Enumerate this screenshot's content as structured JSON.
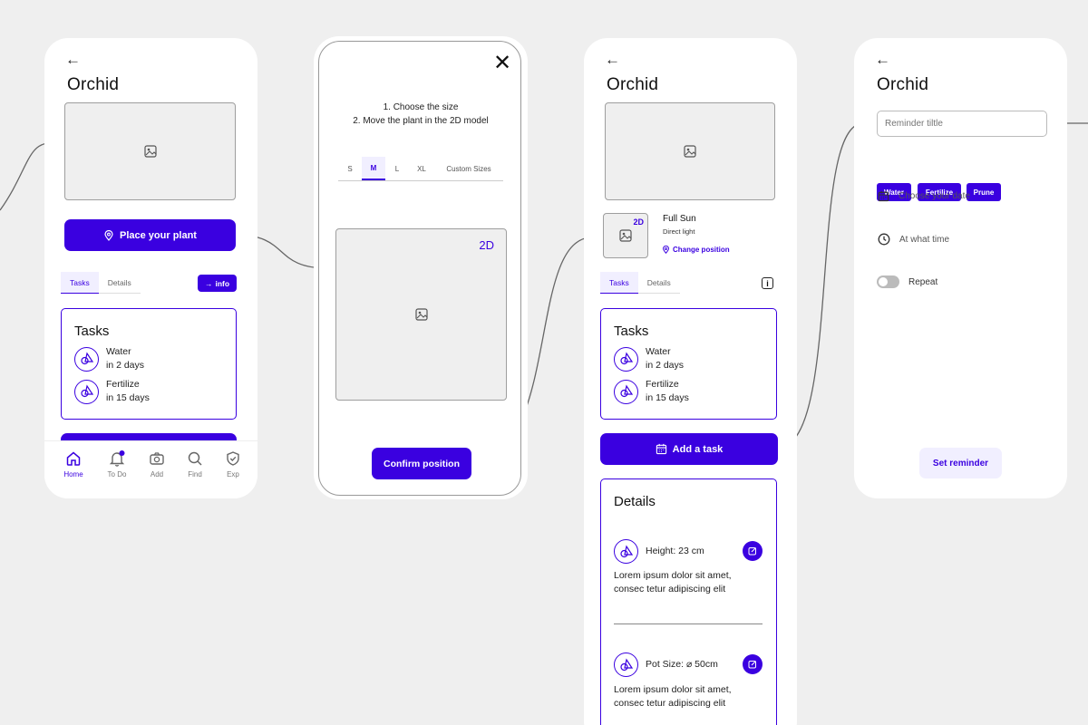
{
  "screen1": {
    "title": "Orchid",
    "place_button": "Place your plant",
    "tabs": [
      "Tasks",
      "Details"
    ],
    "info_button": "info",
    "tasks_title": "Tasks",
    "tasks": [
      {
        "name": "Water",
        "when": "in 2 days"
      },
      {
        "name": "Fertilize",
        "when": "in 15 days"
      }
    ],
    "nav": [
      {
        "label": "Home",
        "icon": "home-icon"
      },
      {
        "label": "To Do",
        "icon": "bell-icon"
      },
      {
        "label": "Add",
        "icon": "camera-icon"
      },
      {
        "label": "Find",
        "icon": "search-icon"
      },
      {
        "label": "Exp",
        "icon": "shield-icon"
      }
    ]
  },
  "screen2": {
    "instruction_1": "1. Choose the size",
    "instruction_2": "2. Move the plant in the 2D model",
    "sizes": [
      "S",
      "M",
      "L",
      "XL",
      "Custom Sizes"
    ],
    "model_label": "2D",
    "confirm_button": "Confirm position"
  },
  "screen3": {
    "title": "Orchid",
    "thumb_label": "2D",
    "light_title": "Full Sun",
    "light_sub": "Direct light",
    "change_position": "Change position",
    "tabs": [
      "Tasks",
      "Details"
    ],
    "tasks_title": "Tasks",
    "tasks": [
      {
        "name": "Water",
        "when": "in 2 days"
      },
      {
        "name": "Fertilize",
        "when": "in 15 days"
      }
    ],
    "add_task_button": "Add a task",
    "details_title": "Details",
    "details": [
      {
        "label": "Height: 23 cm",
        "text": "Lorem ipsum dolor sit amet, consec tetur adipiscing elit"
      },
      {
        "label": "Pot Size: ⌀ 50cm",
        "text": "Lorem ipsum dolor sit amet, consec tetur adipiscing elit"
      }
    ]
  },
  "screen4": {
    "title": "Orchid",
    "reminder_placeholder": "Reminder tiltle",
    "chips": [
      "Water",
      "Fertilize",
      "Prune"
    ],
    "date_label": "Choose your date",
    "time_label": "At what time",
    "repeat_label": "Repeat",
    "set_reminder_button": "Set reminder"
  },
  "colors": {
    "accent": "#3a00e0",
    "background": "#efefef",
    "tab_bg": "#f1efff"
  }
}
